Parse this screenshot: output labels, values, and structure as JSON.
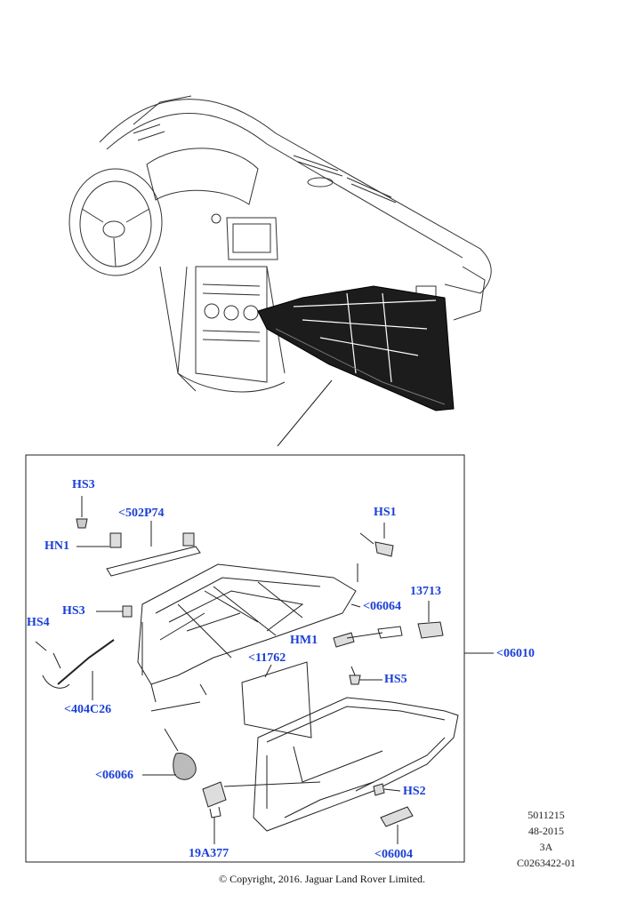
{
  "callouts": {
    "hs3_top": "HS3",
    "p502p74": "<502P74",
    "hn1": "HN1",
    "hs1": "HS1",
    "hs3_mid": "HS3",
    "hs4": "HS4",
    "p06064": "<06064",
    "p13713": "13713",
    "hm1": "HM1",
    "p11762": "<11762",
    "p06010": "<06010",
    "hs5": "HS5",
    "p404c26": "<404C26",
    "p06066": "<06066",
    "hs2": "HS2",
    "p19a377": "19A377",
    "p06004": "<06004"
  },
  "reference": {
    "line1": "5011215",
    "line2": "48-2015",
    "line3": "3A",
    "line4": "C0263422-01"
  },
  "copyright": "© Copyright, 2016. Jaguar Land Rover Limited.",
  "colors": {
    "callout": "#1a3fd6",
    "line": "#222222",
    "dark_part": "#1c1c1c"
  }
}
